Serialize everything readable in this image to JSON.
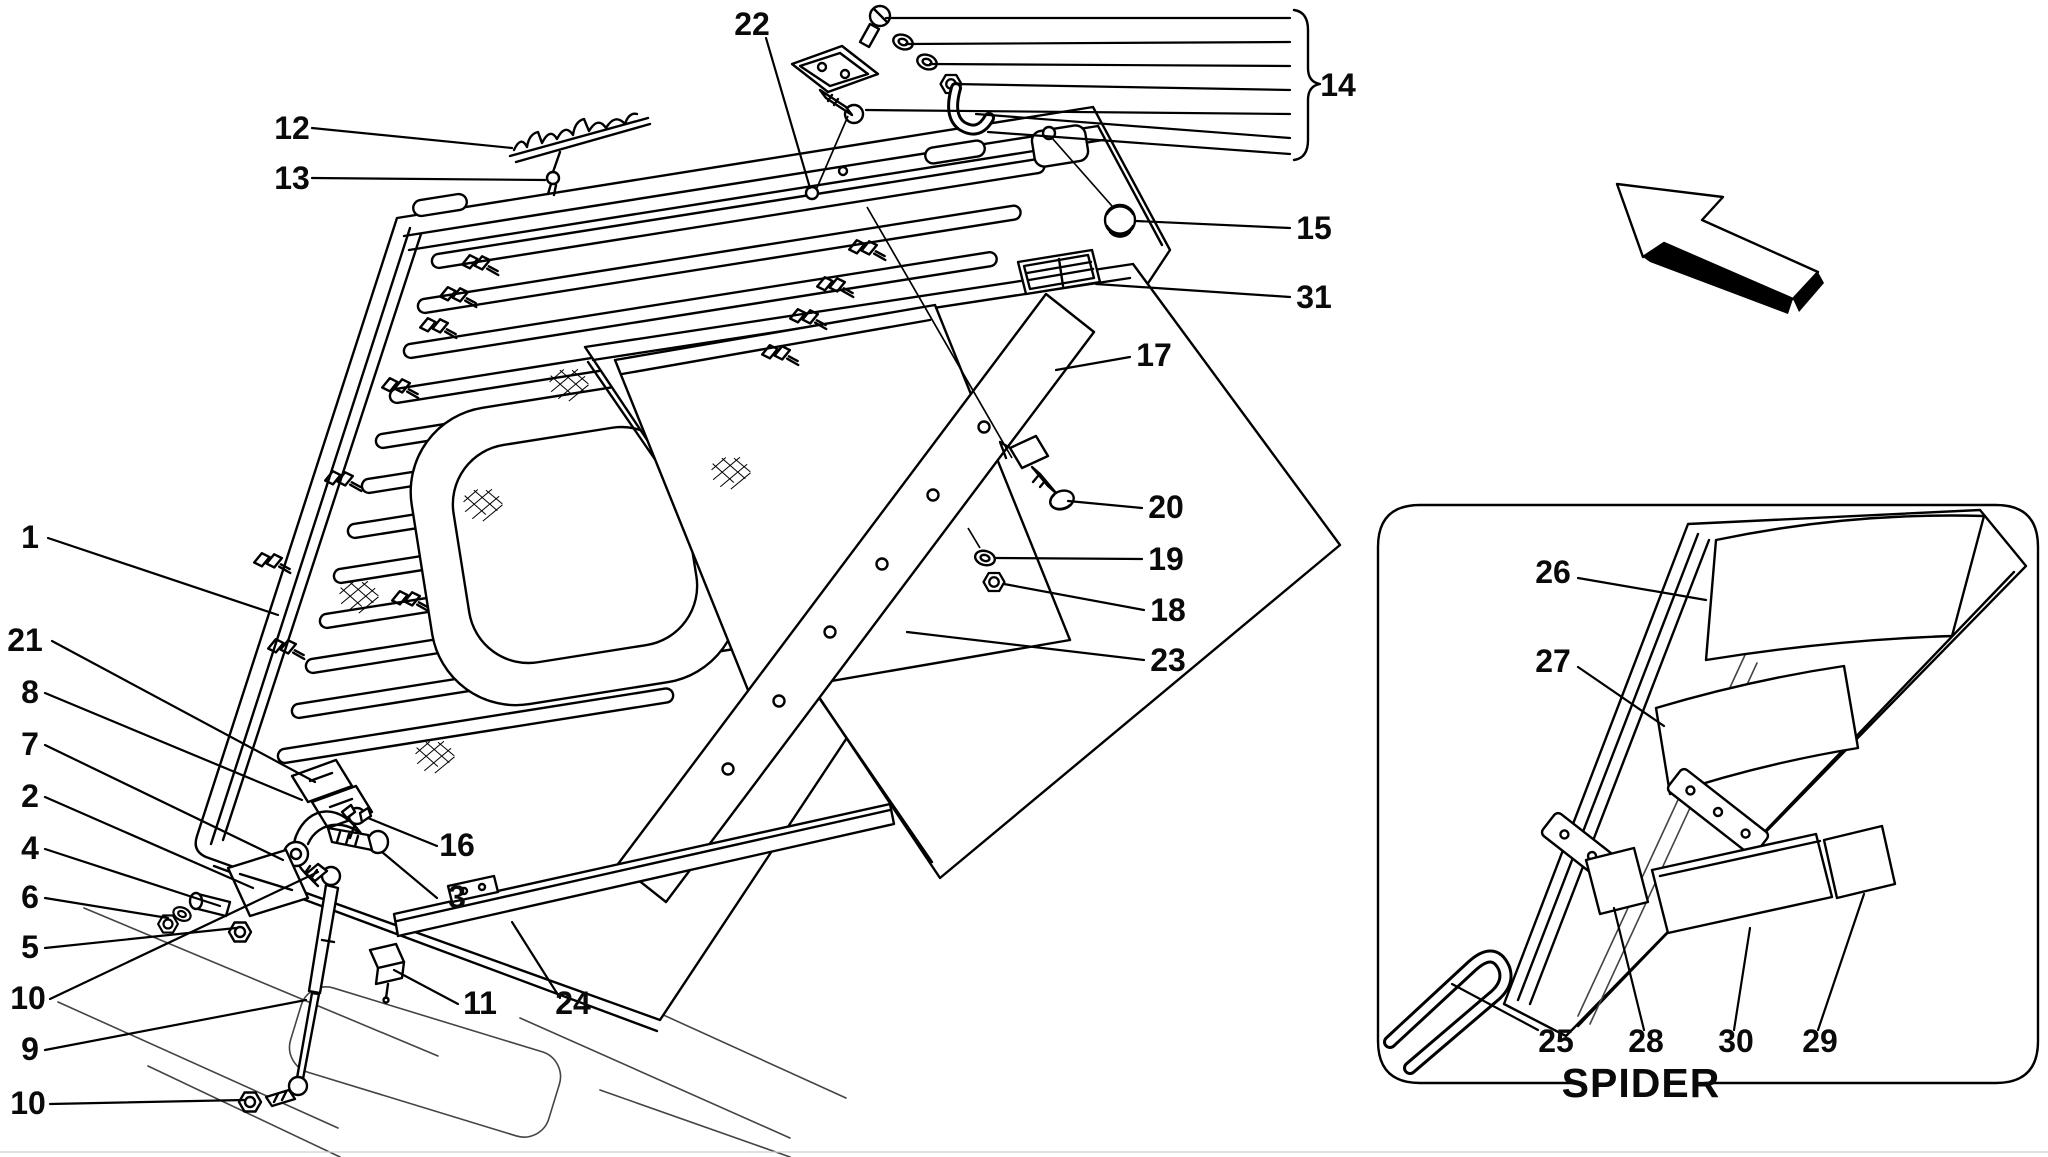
{
  "diagram": {
    "type": "exploded-parts-diagram",
    "background_color": "#ffffff",
    "line_color": "#000000",
    "main_view": {
      "part_labels": [
        "1",
        "2",
        "3",
        "4",
        "5",
        "6",
        "7",
        "8",
        "9",
        "10",
        "10",
        "11",
        "12",
        "13",
        "14",
        "15",
        "16",
        "17",
        "18",
        "19",
        "20",
        "21",
        "22",
        "23",
        "24",
        "31"
      ]
    },
    "inset": {
      "caption": "SPIDER",
      "part_labels": [
        "25",
        "26",
        "27",
        "28",
        "29",
        "30"
      ]
    },
    "icons": {
      "direction_arrow": "arrow-up-left-3d",
      "brace": "right-curly-brace"
    }
  },
  "labels": {
    "n1": "1",
    "n2": "2",
    "n3": "3",
    "n4": "4",
    "n5": "5",
    "n6": "6",
    "n7": "7",
    "n8": "8",
    "n9": "9",
    "n10a": "10",
    "n10b": "10",
    "n11": "11",
    "n12": "12",
    "n13": "13",
    "n14": "14",
    "n15": "15",
    "n16": "16",
    "n17": "17",
    "n18": "18",
    "n19": "19",
    "n20": "20",
    "n21": "21",
    "n22": "22",
    "n23": "23",
    "n24": "24",
    "n25": "25",
    "n26": "26",
    "n27": "27",
    "n28": "28",
    "n29": "29",
    "n30": "30",
    "n31": "31",
    "spider": "SPIDER"
  }
}
